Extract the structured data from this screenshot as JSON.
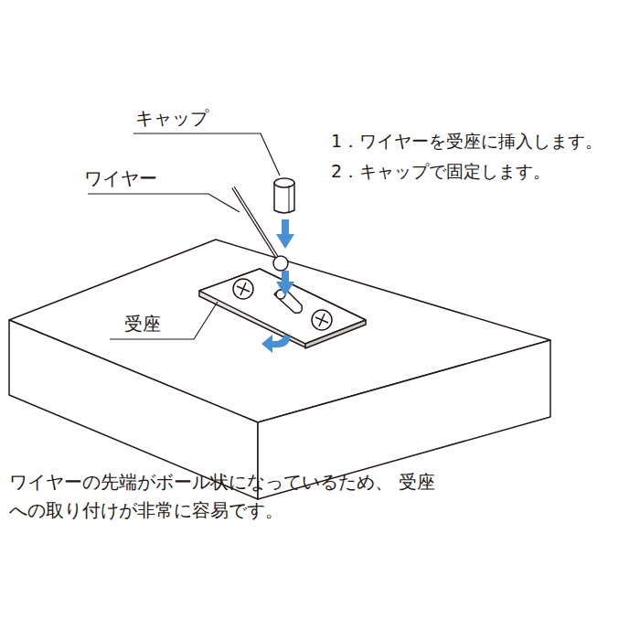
{
  "diagram": {
    "labels": [
      "キャップ",
      "ワイヤー",
      "受座",
      "1．ワイヤーを受座に挿入します。",
      "2．キャップで固定します。",
      "ワイヤーの先端がボール状になっているため、 受座への取り付けが非常に容易です。"
    ]
  }
}
